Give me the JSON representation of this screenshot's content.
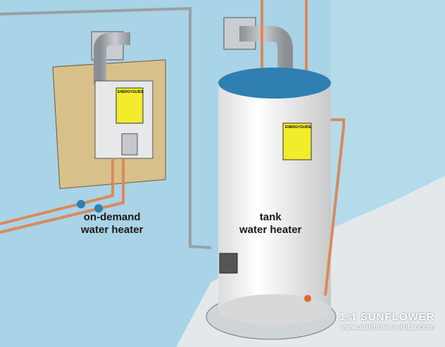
{
  "labels": {
    "on_demand": [
      "on-demand",
      "water heater"
    ],
    "tank": [
      "tank",
      "water heater"
    ]
  },
  "energy_guide_text": "ENERGYGUIDE",
  "watermark": {
    "brand": "1st SUNFLOWER",
    "url": "www.sunflower-solar.com"
  },
  "colors": {
    "wall": "#a9d3e6",
    "tank_top": "#2f7fb2",
    "tank_body": "#f7f7f7",
    "panel": "#d8c08a",
    "copper": "#d98a5c",
    "label_yellow": "#f2ec2a"
  }
}
